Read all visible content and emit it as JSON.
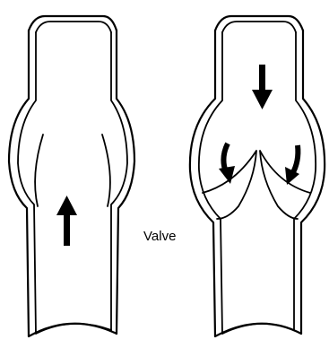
{
  "labels": {
    "valve": "Valve"
  },
  "diagram": {
    "left_vein": {
      "state": "valve-open",
      "flow_direction": "up"
    },
    "right_vein": {
      "state": "valve-closed",
      "flow_direction": "down"
    }
  }
}
